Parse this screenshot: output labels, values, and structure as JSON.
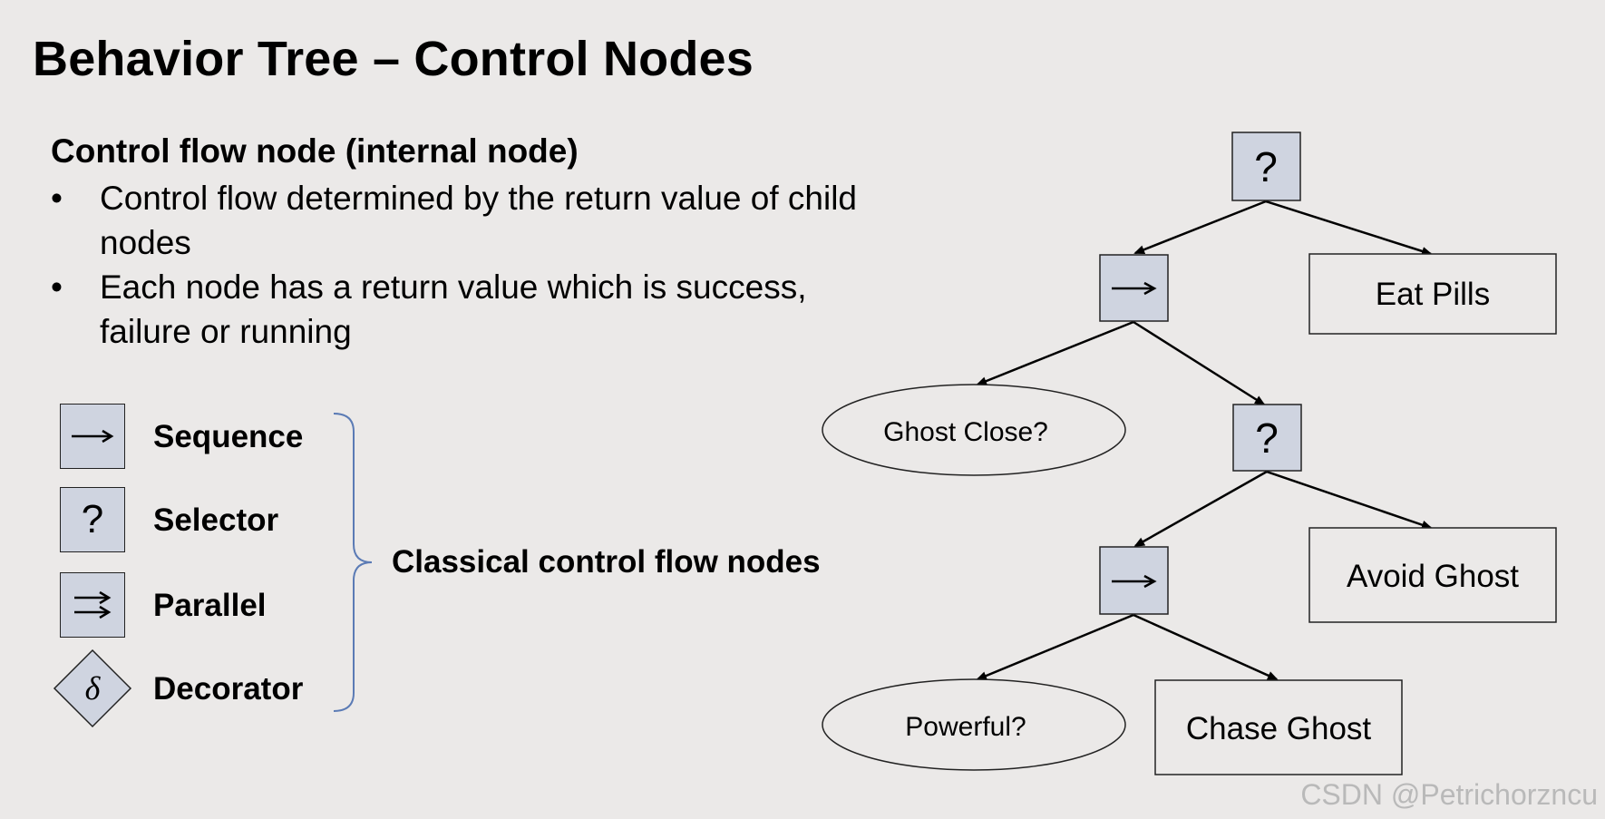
{
  "title": "Behavior Tree – Control Nodes",
  "subheading": "Control flow node (internal node)",
  "bullets": [
    "Control flow determined by the return value of child nodes",
    "Each node has a return value which is success, failure or running"
  ],
  "bullet_symbol": "•",
  "legend": {
    "items": [
      {
        "label": "Sequence",
        "symbol": "→"
      },
      {
        "label": "Selector",
        "symbol": "?"
      },
      {
        "label": "Parallel",
        "symbol": "⇉"
      },
      {
        "label": "Decorator",
        "symbol": "δ"
      }
    ],
    "group_label": "Classical control flow nodes"
  },
  "tree": {
    "root_symbol": "?",
    "sequence_symbol": "→",
    "selector_symbol": "?",
    "actions": {
      "eat_pills": "Eat Pills",
      "avoid_ghost": "Avoid Ghost",
      "chase_ghost": "Chase Ghost"
    },
    "conditions": {
      "ghost_close": "Ghost Close?",
      "powerful": "Powerful?"
    }
  },
  "colors": {
    "background": "#ebe9e8",
    "control_node_fill": "#cfd4e0",
    "brace": "#5b7bb5"
  },
  "watermark": "CSDN @Petrichorzncu"
}
